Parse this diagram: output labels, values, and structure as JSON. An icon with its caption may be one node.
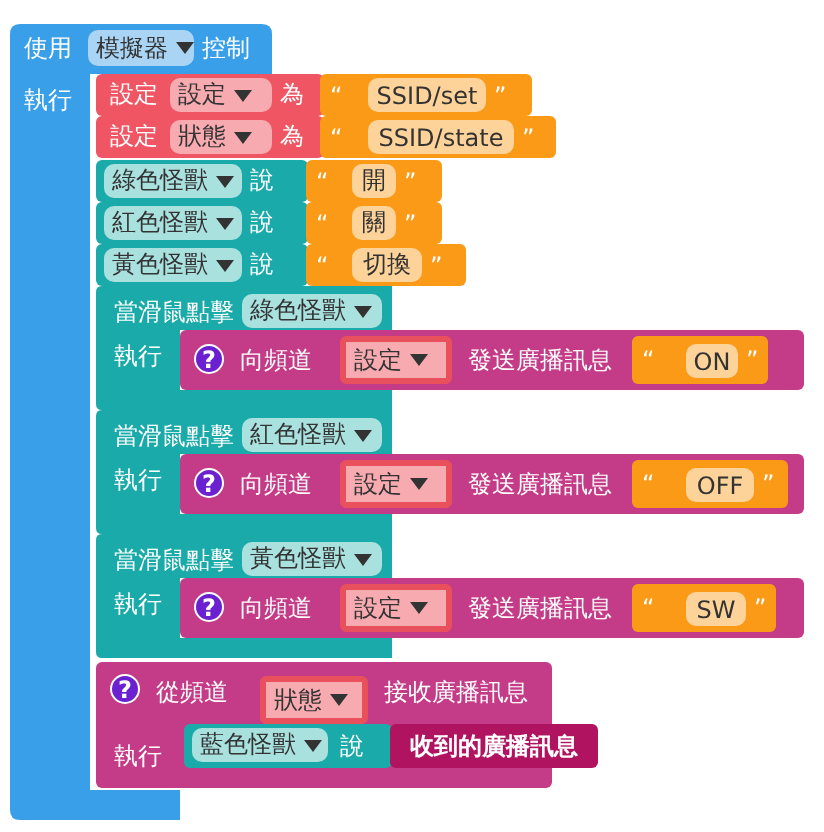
{
  "diagram": {
    "nodes": [
      {
        "text": [
          "使用",
          "控制",
          "執行"
        ]
      },
      {
        "text": [
          "模擬器"
        ],
        "in": 0
      },
      {
        "text": [
          "設定",
          "為"
        ]
      },
      {
        "text": [
          "設定"
        ],
        "in": 2
      },
      {
        "text": [
          "“",
          "”"
        ]
      },
      {
        "text": [
          "SSID/set"
        ],
        "in": 4
      },
      {
        "text": [
          "設定",
          "為"
        ]
      },
      {
        "text": [
          "狀態"
        ],
        "in": 6
      },
      {
        "text": [
          "“",
          "”"
        ]
      },
      {
        "text": [
          "SSID/state"
        ],
        "in": 8
      },
      {
        "text": [
          "說"
        ]
      },
      {
        "text": [
          "綠色怪獸"
        ],
        "in": 10
      },
      {
        "text": [
          "“",
          "”"
        ]
      },
      {
        "text": [
          "開"
        ],
        "in": 12
      },
      {
        "text": [
          "說"
        ]
      },
      {
        "text": [
          "紅色怪獸"
        ],
        "in": 14
      },
      {
        "text": [
          "“",
          "”"
        ]
      },
      {
        "text": [
          "關"
        ],
        "in": 16
      },
      {
        "text": [
          "說"
        ]
      },
      {
        "text": [
          "黃色怪獸"
        ],
        "in": 18
      },
      {
        "text": [
          "“",
          "”"
        ]
      },
      {
        "text": [
          "切換"
        ],
        "in": 20
      },
      {
        "text": [
          "當滑鼠點擊",
          "執行"
        ]
      },
      {
        "text": [
          "綠色怪獸"
        ],
        "in": 22
      },
      {
        "text": [
          "向頻道",
          "發送廣播訊息"
        ]
      },
      {
        "text": [
          "?"
        ],
        "in": 24
      },
      {
        "text": [
          "設定"
        ],
        "in": 24
      },
      {
        "text": [
          "“",
          "”"
        ],
        "in": 24
      },
      {
        "text": [
          "ON"
        ],
        "in": 27
      },
      {
        "text": [
          "當滑鼠點擊",
          "執行"
        ]
      },
      {
        "text": [
          "紅色怪獸"
        ],
        "in": 29
      },
      {
        "text": [
          "向頻道",
          "發送廣播訊息"
        ]
      },
      {
        "text": [
          "?"
        ],
        "in": 31
      },
      {
        "text": [
          "設定"
        ],
        "in": 31
      },
      {
        "text": [
          "“",
          "”"
        ],
        "in": 31
      },
      {
        "text": [
          "OFF"
        ],
        "in": 34
      },
      {
        "text": [
          "當滑鼠點擊",
          "執行"
        ]
      },
      {
        "text": [
          "黃色怪獸"
        ],
        "in": 36
      },
      {
        "text": [
          "向頻道",
          "發送廣播訊息"
        ]
      },
      {
        "text": [
          "?"
        ],
        "in": 38
      },
      {
        "text": [
          "設定"
        ],
        "in": 38
      },
      {
        "text": [
          "“",
          "”"
        ],
        "in": 38
      },
      {
        "text": [
          "SW"
        ],
        "in": 41
      },
      {
        "text": [
          "從頻道",
          "接收廣播訊息",
          "執行"
        ]
      },
      {
        "text": [
          "?"
        ],
        "in": 43
      },
      {
        "text": [
          "狀態"
        ],
        "in": 43
      },
      {
        "text": [
          "說"
        ],
        "in": 43
      },
      {
        "text": [
          "藍色怪獸"
        ],
        "in": 46
      },
      {
        "text": [
          "收到的廣播訊息"
        ]
      }
    ]
  }
}
